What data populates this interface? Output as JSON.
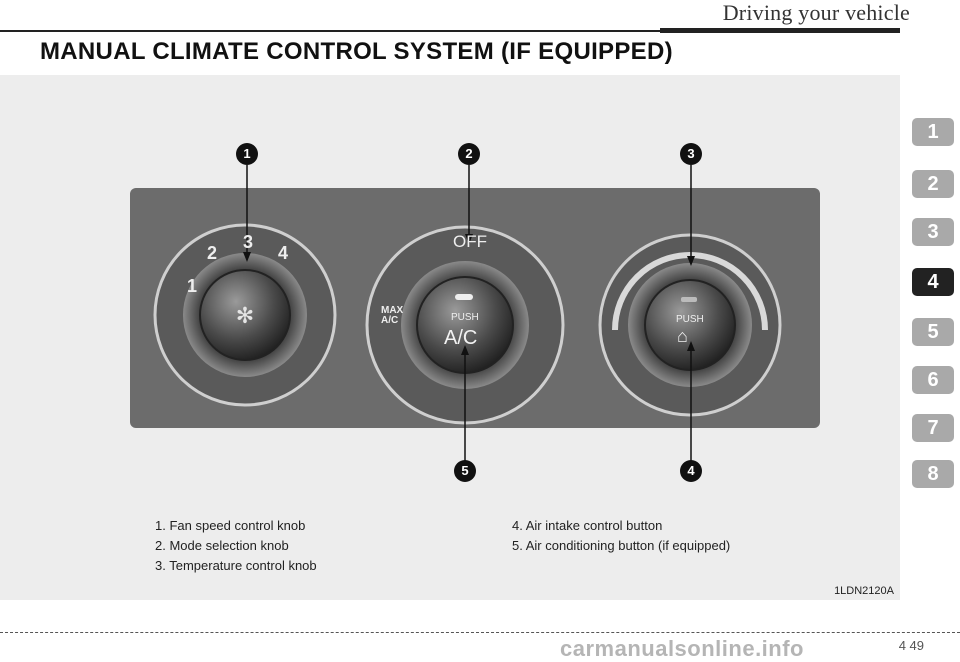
{
  "header": {
    "section_title": "Driving your vehicle"
  },
  "page_title": "MANUAL CLIMATE CONTROL SYSTEM (IF EQUIPPED)",
  "figure": {
    "callouts": [
      "1",
      "2",
      "3",
      "5",
      "4"
    ],
    "fan_knob": {
      "marks": [
        "1",
        "2",
        "3",
        "4"
      ]
    },
    "mode_knob": {
      "off_label": "OFF",
      "push_label": "PUSH",
      "ac_label": "A/C",
      "max_ac_label": "MAX\nA/C"
    },
    "temp_knob": {
      "push_label": "PUSH"
    },
    "image_code": "1LDN2120A"
  },
  "legend": {
    "left": [
      "1. Fan speed control knob",
      "2. Mode selection knob",
      "3. Temperature control knob"
    ],
    "right": [
      "4. Air intake control button",
      "5. Air conditioning button (if equipped)"
    ]
  },
  "chapter_tabs": {
    "labels": [
      "1",
      "2",
      "3",
      "4",
      "5",
      "6",
      "7",
      "8"
    ],
    "active": "4"
  },
  "footer": {
    "page_number": "4  49",
    "watermark": "carmanualsonline.info"
  }
}
